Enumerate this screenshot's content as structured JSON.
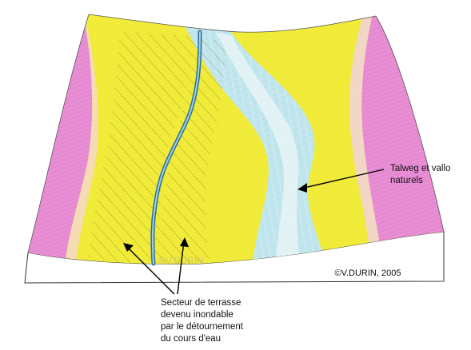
{
  "diagram": {
    "labels": {
      "talweg_line1": "Talweg et vallo",
      "talweg_line2": "naturels",
      "secteur_line1": "Secteur de terrasse",
      "secteur_line2": "devenu inondable",
      "secteur_line3": "par le détournement",
      "secteur_line4": "du cours d'eau"
    },
    "watermark": "©V.DURIN",
    "credit": "©V.DURIN, 2005",
    "colors": {
      "terrace": "#f2ec3a",
      "hillslope": "#e48ad0",
      "valley": "#bfe6ee",
      "channel": "#4e8fb4",
      "hatching": "#8a8a2a"
    }
  }
}
